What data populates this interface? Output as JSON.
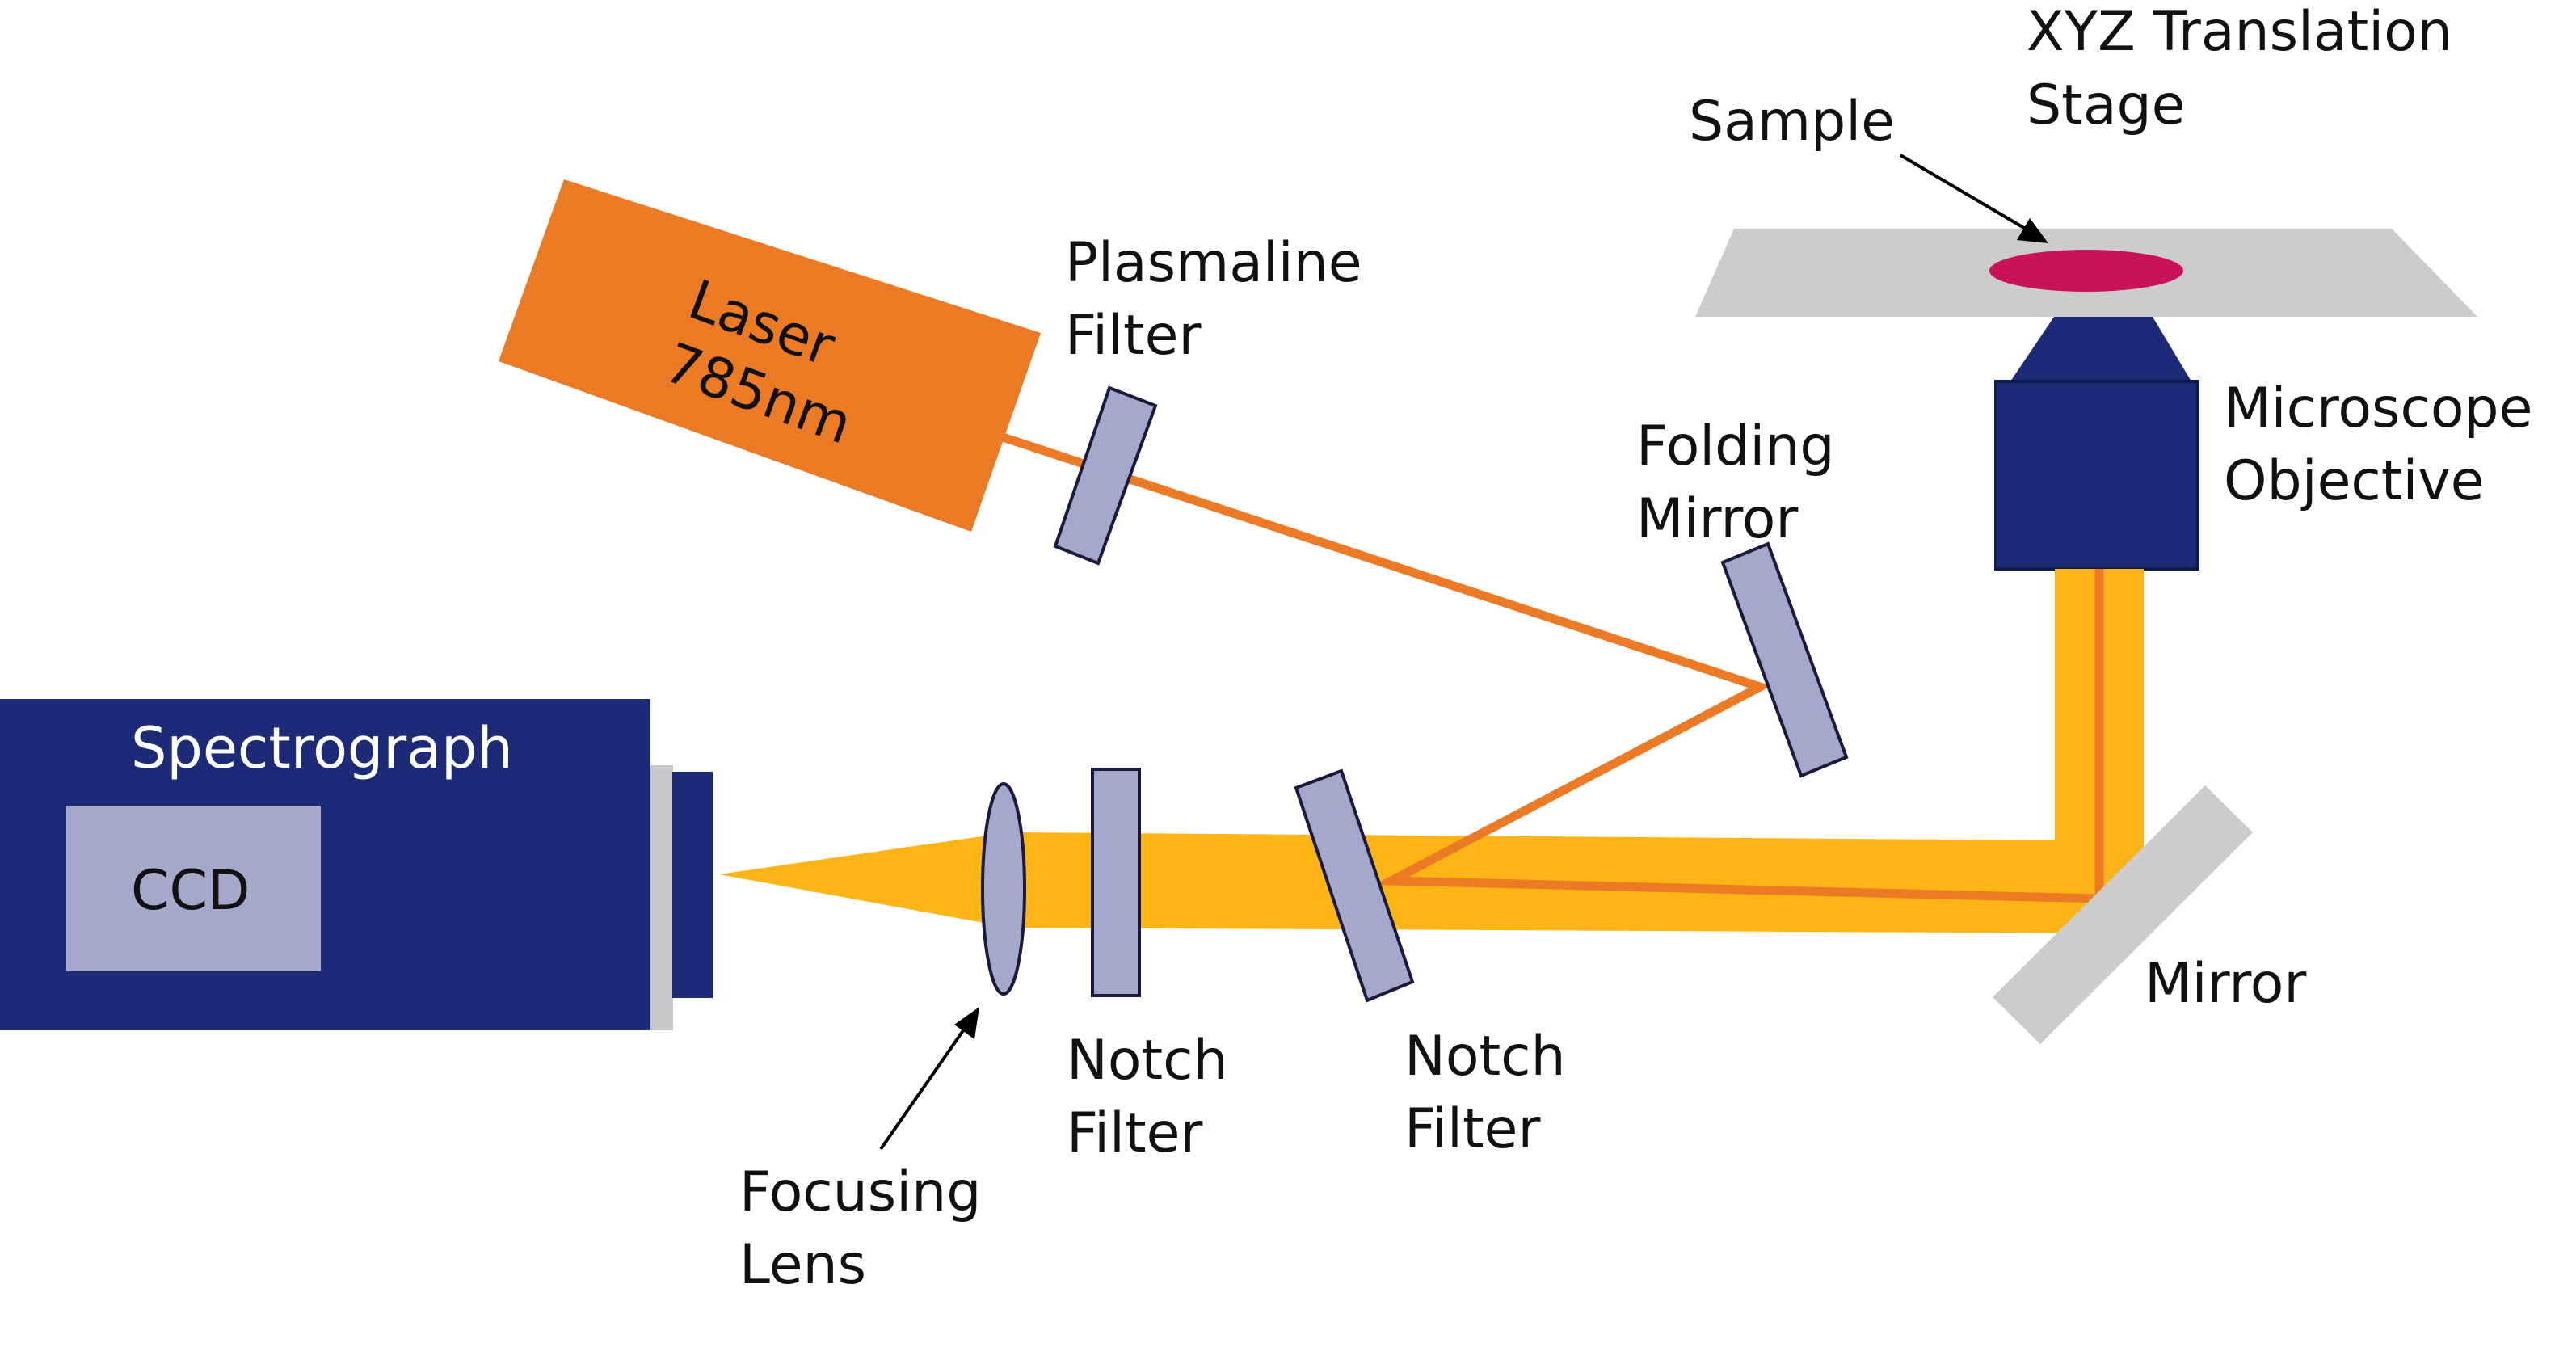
{
  "diagram": {
    "labels": {
      "stage_line1": "XYZ Translation",
      "stage_line2": "Stage",
      "sample": "Sample",
      "plasmaline_line1": "Plasmaline",
      "plasmaline_line2": "Filter",
      "laser_line1": "Laser",
      "laser_line2": "785nm",
      "folding_line1": "Folding",
      "folding_line2": "Mirror",
      "objective_line1": "Microscope",
      "objective_line2": "Objective",
      "spectrograph": "Spectrograph",
      "ccd": "CCD",
      "mirror": "Mirror",
      "notch1_line1": "Notch",
      "notch1_line2": "Filter",
      "notch2_line1": "Notch",
      "notch2_line2": "Filter",
      "lens_line1": "Focusing",
      "lens_line2": "Lens"
    },
    "colors": {
      "laser_body": "#ec7a24",
      "laser_beam": "#ec7a24",
      "raman_beam": "#fdb515",
      "spectrograph": "#1c2a77",
      "optics": "#a4a9cb",
      "optics_stroke": "#1a1a3e",
      "stage": "#cccccc",
      "sample": "#c8125c",
      "mirror": "#cccccc"
    }
  }
}
